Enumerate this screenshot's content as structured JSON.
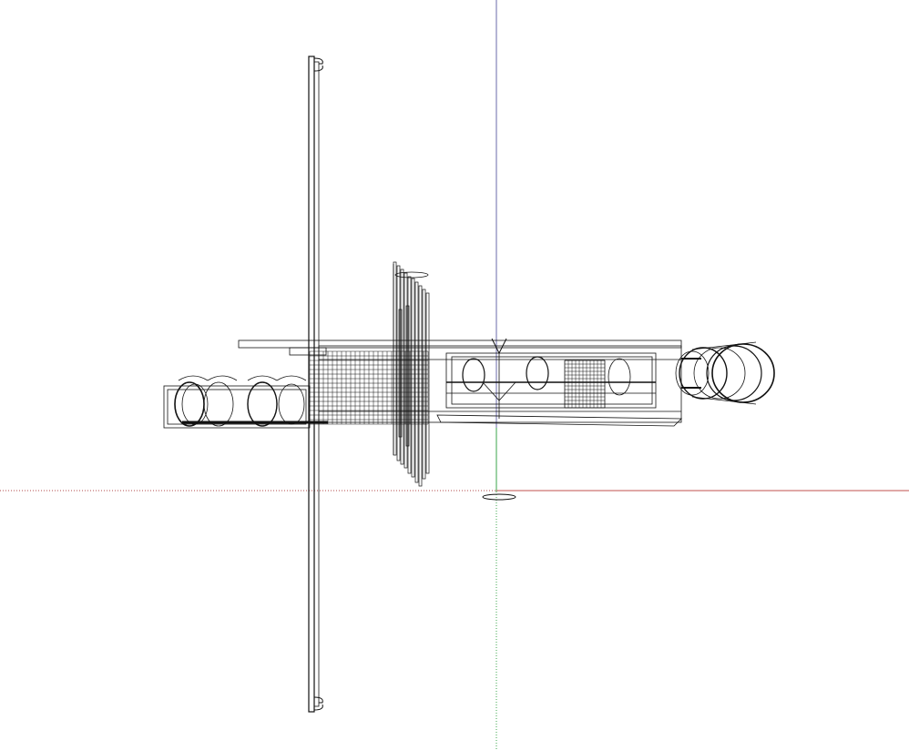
{
  "viewport": {
    "background": "#ffffff",
    "view": "wireframe-xray",
    "model_stroke": "#111111"
  },
  "axes": {
    "red_axis_color": "#c0504d",
    "green_axis_color": "#3aa64a",
    "blue_axis_color": "#6a6aa8",
    "dotted_color": "#b04a4a"
  },
  "model": {
    "name_icon": "wireframe-spacecraft",
    "components": [
      "boom",
      "solar-array-mast",
      "radiator-panel",
      "main-hull",
      "forward-module",
      "aft-module",
      "origin-marker"
    ]
  }
}
